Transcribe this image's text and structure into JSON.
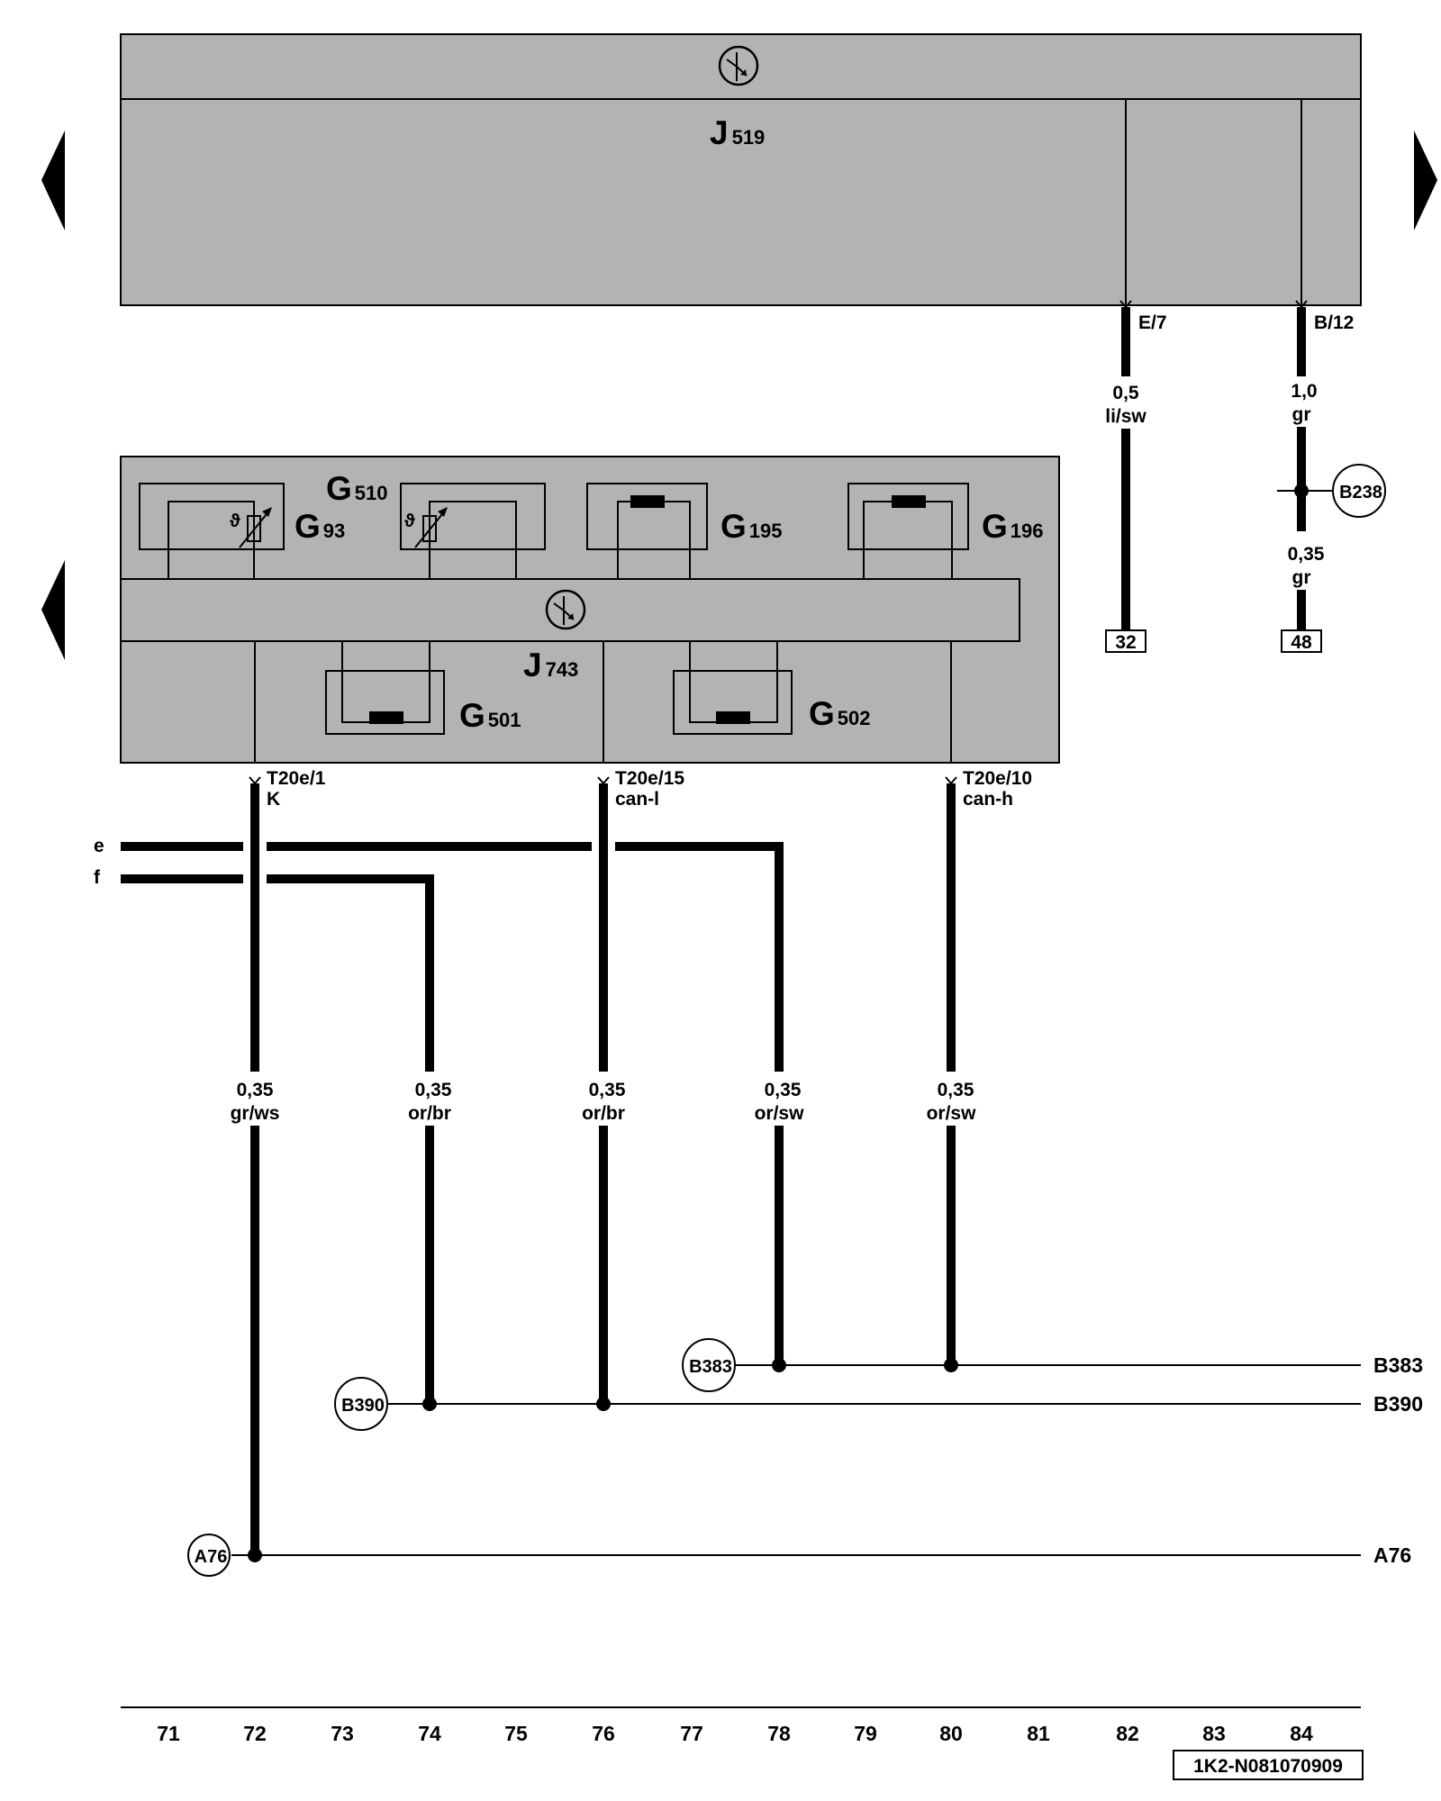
{
  "modules": {
    "j519": {
      "label": "J",
      "sub": "519"
    },
    "j743": {
      "label": "J",
      "sub": "743"
    }
  },
  "sensors": {
    "g510": {
      "label": "G",
      "sub": "510"
    },
    "g93": {
      "label": "G",
      "sub": "93"
    },
    "g195": {
      "label": "G",
      "sub": "195"
    },
    "g196": {
      "label": "G",
      "sub": "196"
    },
    "g501": {
      "label": "G",
      "sub": "501"
    },
    "g502": {
      "label": "G",
      "sub": "502"
    }
  },
  "pins": {
    "e7": "E/7",
    "b12": "B/12",
    "t20e1": "T20e/1",
    "t20e1_sig": "K",
    "t20e15": "T20e/15",
    "t20e15_sig": "can-l",
    "t20e10": "T20e/10",
    "t20e10_sig": "can-h"
  },
  "wires": {
    "w82": {
      "size": "0,5",
      "color": "li/sw"
    },
    "w84a": {
      "size": "1,0",
      "color": "gr"
    },
    "w84b": {
      "size": "0,35",
      "color": "gr"
    },
    "w72": {
      "size": "0,35",
      "color": "gr/ws"
    },
    "w74": {
      "size": "0,35",
      "color": "or/br"
    },
    "w76": {
      "size": "0,35",
      "color": "or/br"
    },
    "w78": {
      "size": "0,35",
      "color": "or/sw"
    },
    "w80": {
      "size": "0,35",
      "color": "or/sw"
    }
  },
  "continuations": {
    "c32": "32",
    "c48": "48",
    "e": "e",
    "f": "f"
  },
  "connectors": {
    "b238": "B238",
    "b383": "B383",
    "b390": "B390",
    "a76": "A76"
  },
  "bus_labels": {
    "b383": "B383",
    "b390": "B390",
    "a76": "A76"
  },
  "tracks": [
    "71",
    "72",
    "73",
    "74",
    "75",
    "76",
    "77",
    "78",
    "79",
    "80",
    "81",
    "82",
    "83",
    "84"
  ],
  "reference": "1K2-N081070909",
  "colors": {
    "module_fill": "#b3b3b3",
    "line": "#000000"
  }
}
